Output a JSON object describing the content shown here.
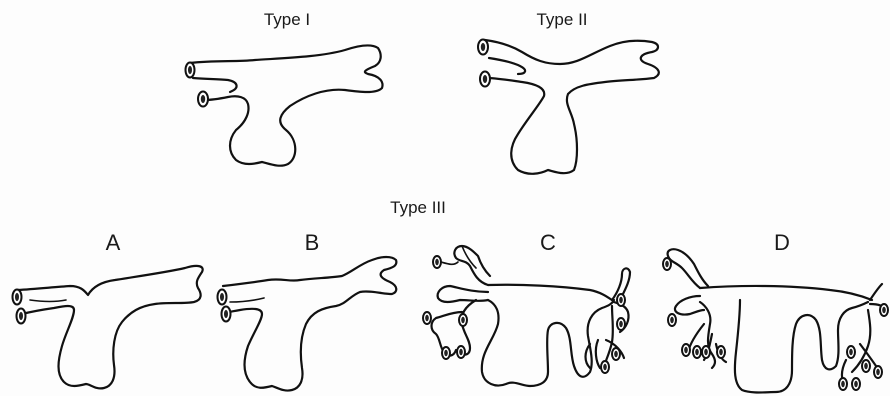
{
  "labels": {
    "type_i": "Type I",
    "type_ii": "Type II",
    "type_iii": "Type III",
    "variant_a": "A",
    "variant_b": "B",
    "variant_c": "C",
    "variant_d": "D"
  },
  "colors": {
    "ink": "#111111",
    "background": "#fdfdfd"
  }
}
